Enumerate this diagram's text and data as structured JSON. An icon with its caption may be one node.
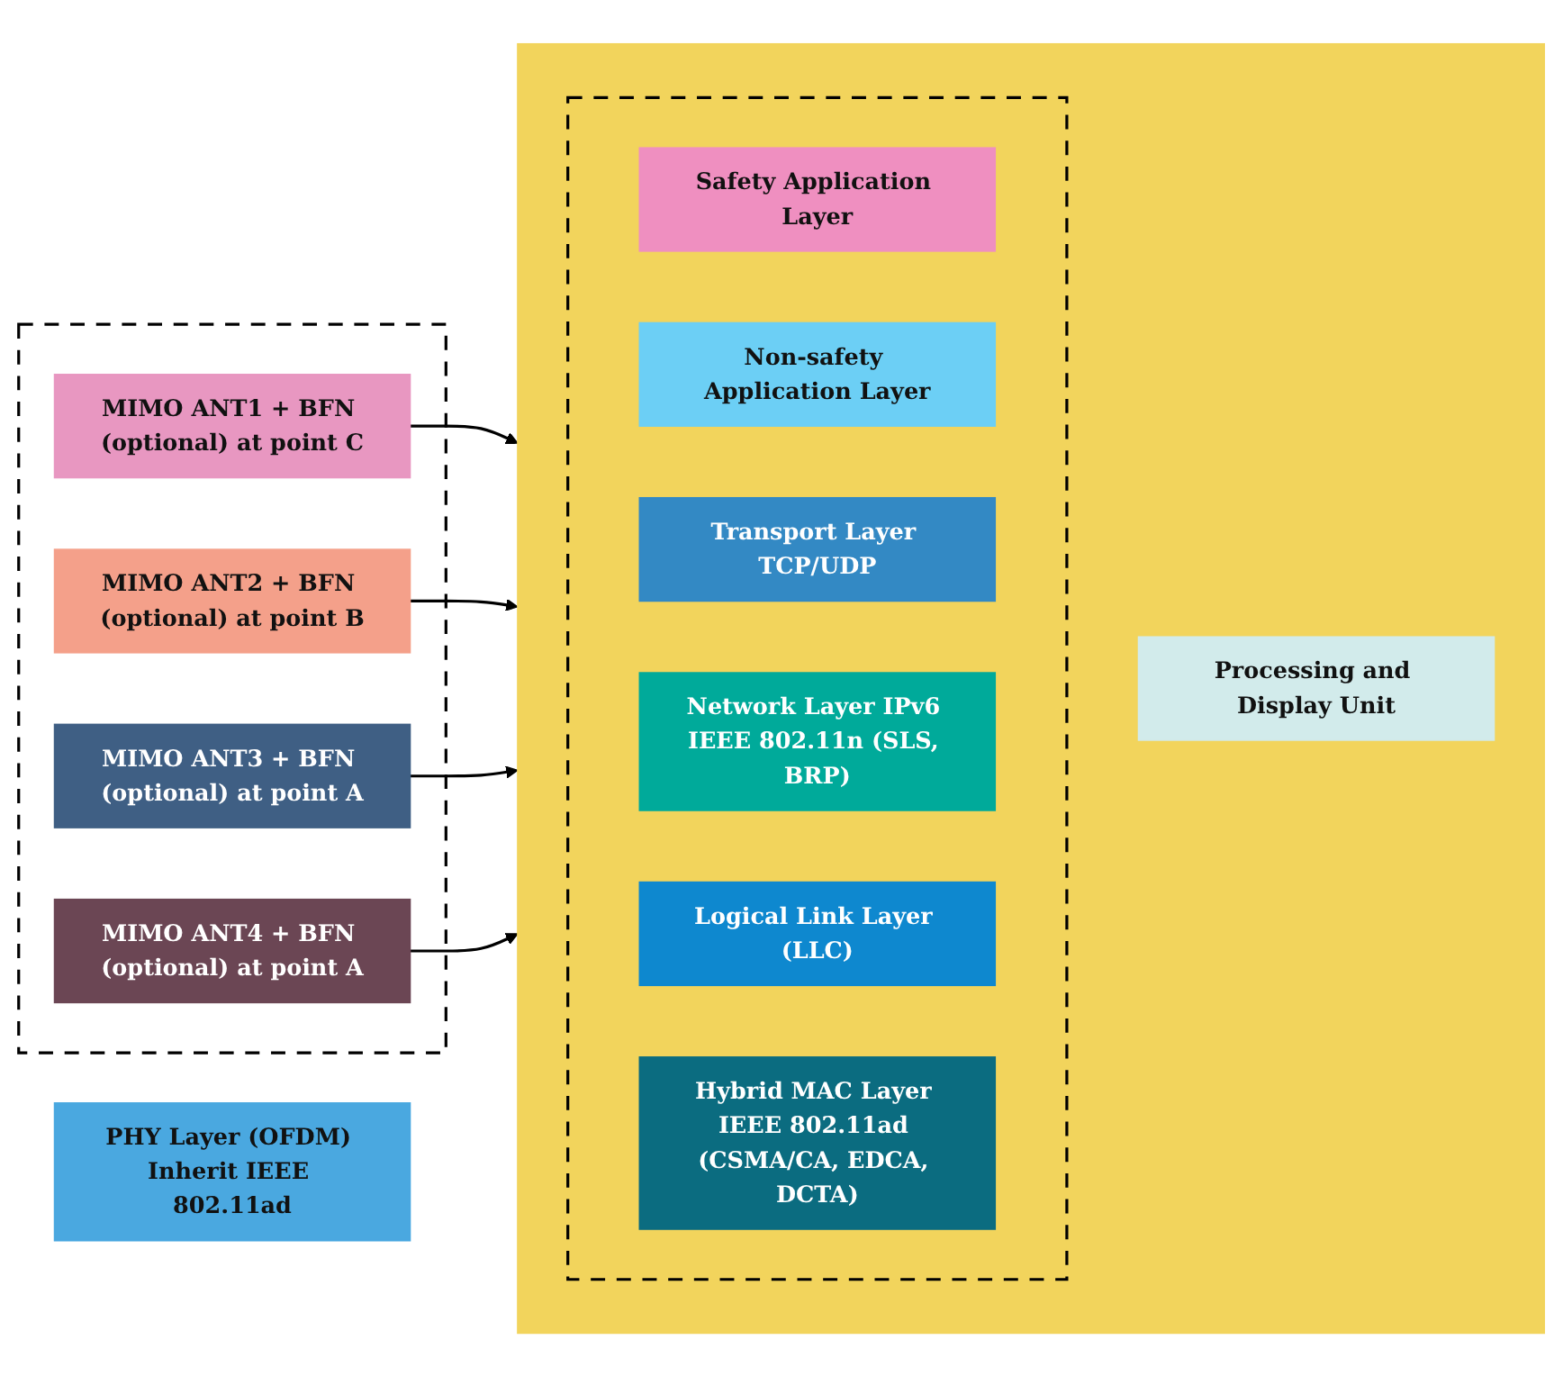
{
  "diagram": {
    "nodes": [
      {
        "text": [
          "PHY Layer (OFDM) Inherit IEEE 802.11ad"
        ]
      },
      {
        "text": [],
        "shape": "box"
      },
      {
        "text": [
          "MIMO ANT1 + BFN (optional) at point C"
        ],
        "in": 1
      },
      {
        "text": [
          "MIMO ANT2 + BFN (optional) at point B"
        ],
        "in": 1
      },
      {
        "text": [
          "MIMO ANT3 + BFN (optional) at point A"
        ],
        "in": 1
      },
      {
        "text": [
          "MIMO ANT4 + BFN (optional) at point A"
        ],
        "in": 1
      },
      {
        "text": [],
        "shape": "box"
      },
      {
        "text": [
          "Processing and Display Unit"
        ],
        "in": 6
      },
      {
        "text": [],
        "shape": "box",
        "in": 6
      },
      {
        "text": [
          "Safety Application Layer"
        ],
        "in": 8
      },
      {
        "text": [
          "Non-safety Application Layer"
        ],
        "in": 8
      },
      {
        "text": [
          "Transport Layer TCP/UDP"
        ],
        "in": 8
      },
      {
        "text": [
          "Network Layer IPv6 IEEE 802.11n (SLS, BRP)"
        ],
        "in": 8
      },
      {
        "text": [
          "Logical Link Layer (LLC)"
        ],
        "in": 8
      },
      {
        "text": [
          "Hybrid MAC Layer IEEE 802.11ad (CSMA/CA, EDCA, DCTA)"
        ],
        "in": 8
      }
    ],
    "edges": [
      {
        "from": 2,
        "to": 6,
        "arrow": "to"
      },
      {
        "from": 3,
        "to": 6,
        "arrow": "to"
      },
      {
        "from": 4,
        "to": 6,
        "arrow": "to"
      },
      {
        "from": 5,
        "to": 6,
        "arrow": "to"
      }
    ]
  }
}
